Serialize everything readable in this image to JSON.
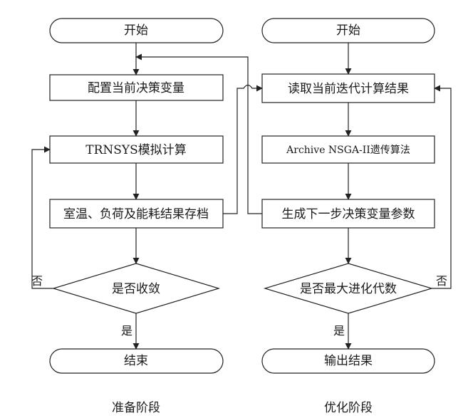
{
  "left": {
    "start": "开始",
    "configure": "配置当前决策变量",
    "simulate": "TRNSYS模拟计算",
    "archive": "室温、负荷及能耗结果存档",
    "converged": "是否收敛",
    "yes": "是",
    "no": "否",
    "end": "结束",
    "caption": "准备阶段"
  },
  "right": {
    "start": "开始",
    "read": "读取当前迭代计算结果",
    "nsga": "Archive NSGA-II遗传算法",
    "generate": "生成下一步决策变量参数",
    "max_gen": "是否最大进化代数",
    "yes": "是",
    "no": "否",
    "output": "输出结果",
    "caption": "优化阶段"
  }
}
